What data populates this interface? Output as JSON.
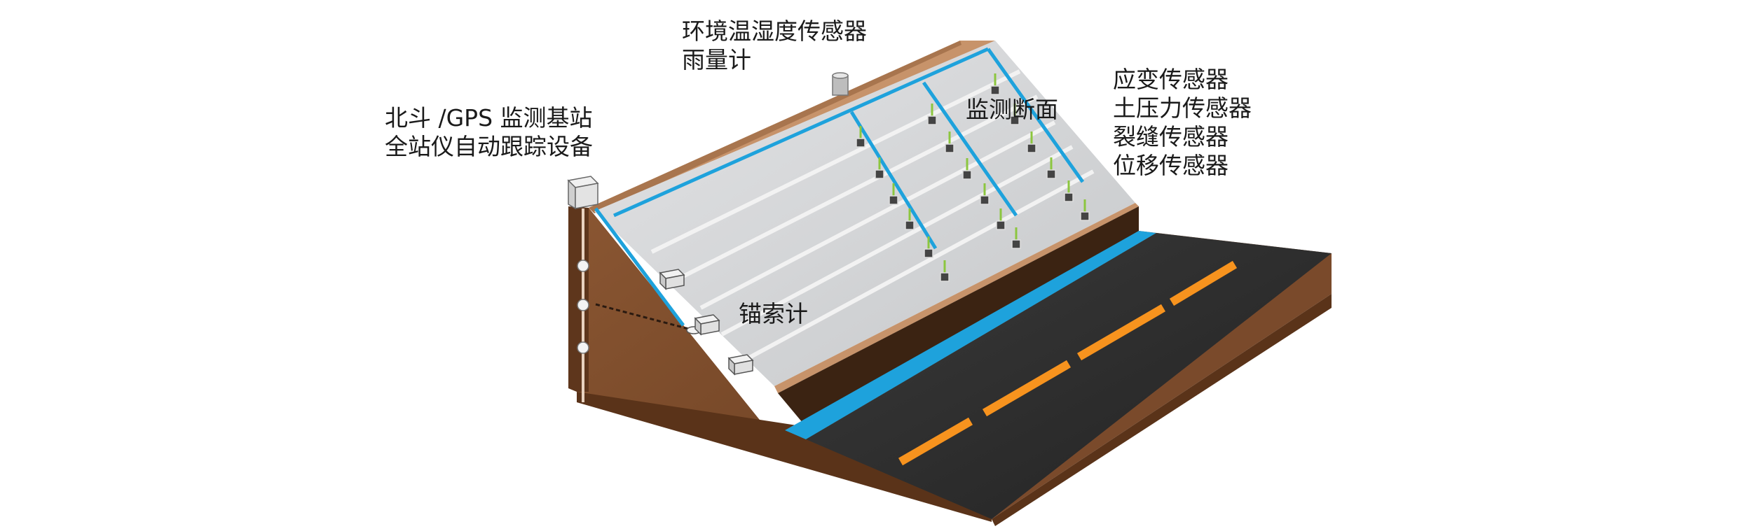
{
  "labels": {
    "beidou": [
      "北斗 /GPS 监测基站",
      "全站仪自动跟踪设备"
    ],
    "env": [
      "环境温湿度传感器",
      "雨量计"
    ],
    "section": "监测断面",
    "sensors": [
      "应变传感器",
      "土压力传感器",
      "裂缝传感器",
      "位移传感器"
    ],
    "anchor": "锚索计"
  },
  "colors": {
    "soil": "#7a4a2b",
    "soil_top": "#c7936a",
    "slope": "#cfd1d3",
    "cable": "#1ea2dc",
    "sensor_stem": "#8cc63f",
    "road": "#2b2b2b",
    "road_line": "#f7931e"
  }
}
